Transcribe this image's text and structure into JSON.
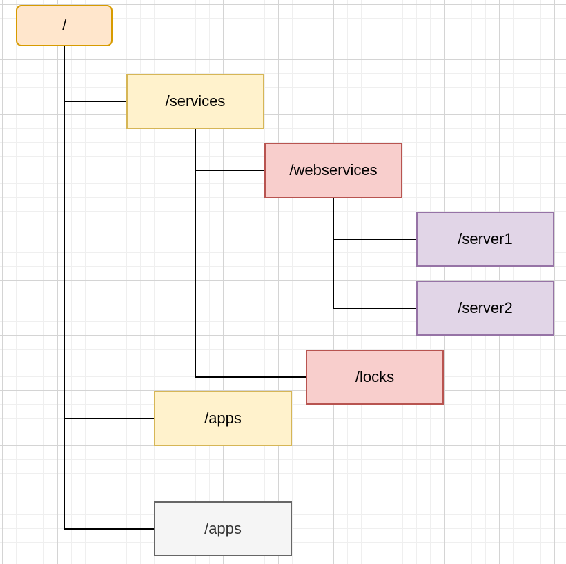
{
  "nodes": {
    "root": {
      "label": "/",
      "fill": "#ffe6cc",
      "stroke": "#d79b00"
    },
    "services": {
      "label": "/services",
      "fill": "#fff2cc",
      "stroke": "#d6b656"
    },
    "webservices": {
      "label": "/webservices",
      "fill": "#f8cecc",
      "stroke": "#b85450"
    },
    "server1": {
      "label": "/server1",
      "fill": "#e1d5e7",
      "stroke": "#9673a6"
    },
    "server2": {
      "label": "/server2",
      "fill": "#e1d5e7",
      "stroke": "#9673a6"
    },
    "locks": {
      "label": "/locks",
      "fill": "#f8cecc",
      "stroke": "#b85450"
    },
    "apps1": {
      "label": "/apps",
      "fill": "#fff2cc",
      "stroke": "#d6b656"
    },
    "apps2": {
      "label": "/apps",
      "fill": "#f5f5f5",
      "stroke": "#666666",
      "text_color": "#333333"
    }
  },
  "edges": [
    {
      "from": "root",
      "to": "services"
    },
    {
      "from": "root",
      "to": "apps1"
    },
    {
      "from": "root",
      "to": "apps2"
    },
    {
      "from": "services",
      "to": "webservices"
    },
    {
      "from": "services",
      "to": "locks"
    },
    {
      "from": "webservices",
      "to": "server1"
    },
    {
      "from": "webservices",
      "to": "server2"
    }
  ],
  "colors": {
    "connector": "#000000"
  }
}
